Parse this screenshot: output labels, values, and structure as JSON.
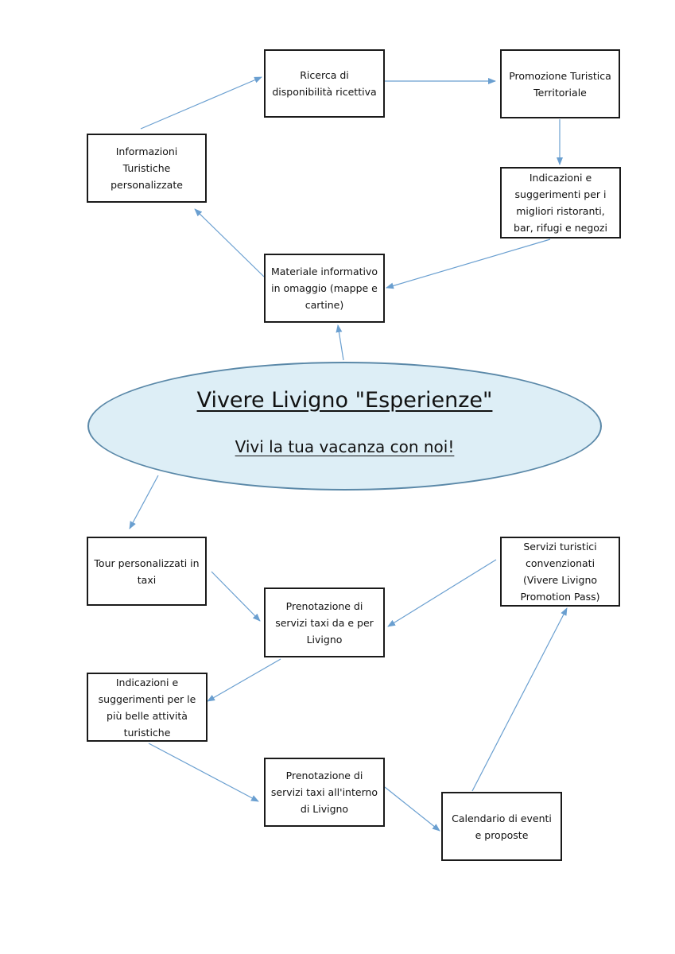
{
  "center": {
    "title": "Vivere Livigno \"Esperienze\"",
    "subtitle": "Vivi la tua vacanza con noi!",
    "fill_color": "#ddeef6",
    "border_color": "#5a88a8"
  },
  "arrow_color": "#6a9fd0",
  "boxes": {
    "ricerca": "Ricerca di disponibilità ricettiva",
    "promozione": "Promozione Turistica Territoriale",
    "informazioni": "Informazioni Turistiche personalizzate",
    "indicazioni_ristoranti": "Indicazioni e suggerimenti per i migliori ristoranti, bar, rifugi e negozi",
    "materiale": "Materiale informativo in omaggio (mappe e cartine)",
    "tour": "Tour personalizzati in taxi",
    "prenotazione_da_per": "Prenotazione di servizi taxi da e per Livigno",
    "servizi_convenzionati": "Servizi turistici convenzionati (Vivere Livigno Promotion Pass)",
    "indicazioni_attivita": "Indicazioni e suggerimenti per le più belle attività turistiche",
    "prenotazione_interno": "Prenotazione di servizi taxi all'interno di Livigno",
    "calendario": "Calendario di eventi e proposte"
  }
}
